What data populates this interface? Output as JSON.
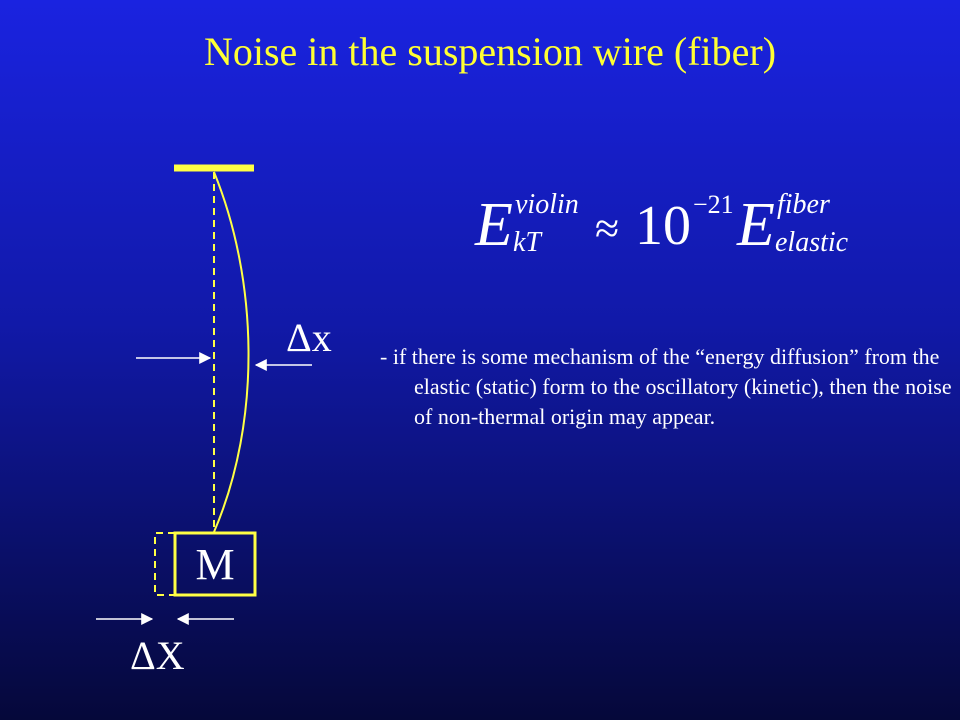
{
  "slide": {
    "title": "Noise in the suspension wire (fiber)"
  },
  "diagram": {
    "mass_label": "M",
    "wire_displacement_label": "Δx",
    "mass_displacement_label": "ΔX",
    "colors": {
      "wire": "#ffff44",
      "support": "#ffff44",
      "dashed": "#ffff44",
      "mass_border": "#ffff44",
      "arrows": "#ffffff"
    }
  },
  "formula": {
    "lhs_symbol": "E",
    "lhs_superscript": "violin",
    "lhs_subscript": "kT",
    "relation": "≈",
    "factor_base": "10",
    "factor_exponent": "−21",
    "rhs_symbol": "E",
    "rhs_superscript": "fiber",
    "rhs_subscript": "elastic"
  },
  "body": {
    "paragraph": "- if there is some mechanism of the “energy diffusion” from the elastic (static) form to the oscillatory (kinetic), then the noise of non-thermal origin may appear."
  }
}
